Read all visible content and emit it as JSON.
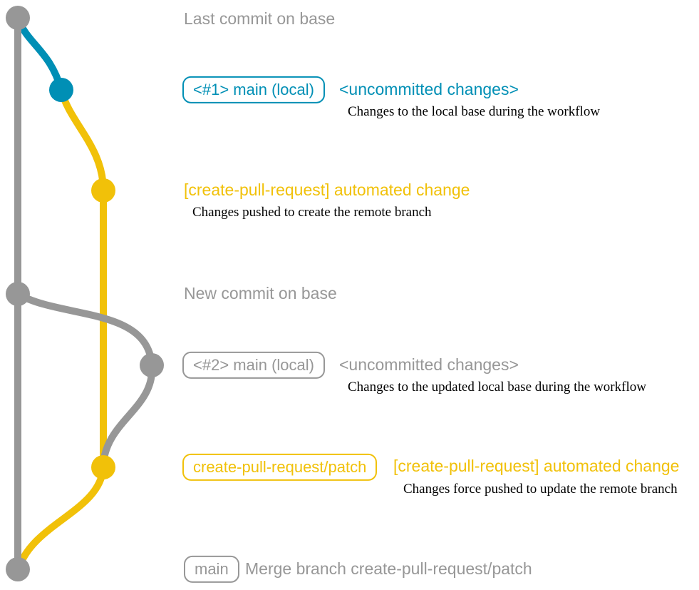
{
  "colors": {
    "base": "#979797",
    "local": "#008fb5",
    "branch": "#f1c109",
    "caption": "#000000",
    "bg": "#ffffff"
  },
  "rows": {
    "last_commit": {
      "message": "Last commit on base"
    },
    "uncommitted_1": {
      "badge": "<#1> main (local)",
      "label": "<uncommitted changes>",
      "caption": "Changes to the local base during the workflow"
    },
    "automated_change_1": {
      "label": "[create-pull-request] automated change",
      "caption": "Changes pushed to create the remote branch"
    },
    "new_commit": {
      "message": "New commit on base"
    },
    "uncommitted_2": {
      "badge": "<#2> main (local)",
      "label": "<uncommitted changes>",
      "caption": "Changes to the updated local base during the workflow"
    },
    "automated_change_2": {
      "badge": "create-pull-request/patch",
      "label": "[create-pull-request] automated change",
      "caption": "Changes force pushed to update the remote branch"
    },
    "merge_commit": {
      "badge": "main",
      "message": "Merge branch create-pull-request/patch"
    }
  }
}
